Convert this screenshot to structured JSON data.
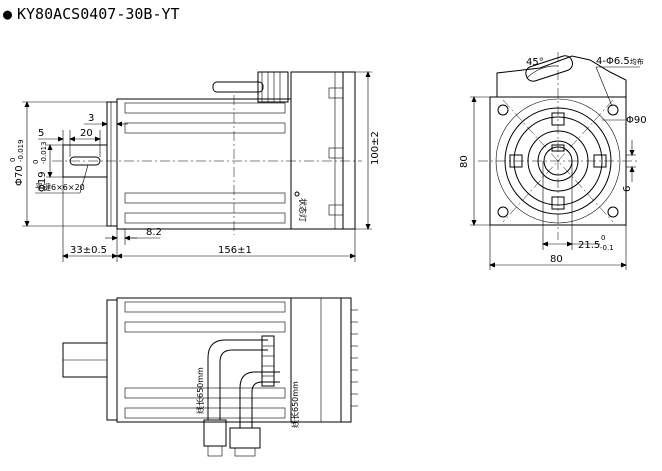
{
  "title": {
    "bullet": "●",
    "model": "KY80ACS0407-30B-YT"
  },
  "side_view": {
    "dim_3": "3",
    "dim_5": "5",
    "dim_20": "20",
    "dim_100": "100±2",
    "dim_8_2": "8.2",
    "dim_33": "33±0.5",
    "dim_156": "156±1",
    "phi70": "Φ70",
    "phi70_tol": "-0.019",
    "phi70_top": "0",
    "phi19": "Φ19",
    "phi19_tol": "-0.013",
    "phi19_top": "0",
    "key_note": "平键6×6×20",
    "lamp_label": "状态灯"
  },
  "front_view": {
    "angle": "45°",
    "holes": "4-Φ6.5",
    "holes_suffix": "均布",
    "phi90": "Φ90",
    "dim_80_h": "80",
    "dim_80_v": "80",
    "dim_6": "6",
    "dim_21_5": "21.5",
    "dim_21_5_tol": "-0.1",
    "dim_21_5_top": "0"
  },
  "bottom_view": {
    "cable_left": "线长650mm",
    "cable_right": "线长650mm"
  }
}
